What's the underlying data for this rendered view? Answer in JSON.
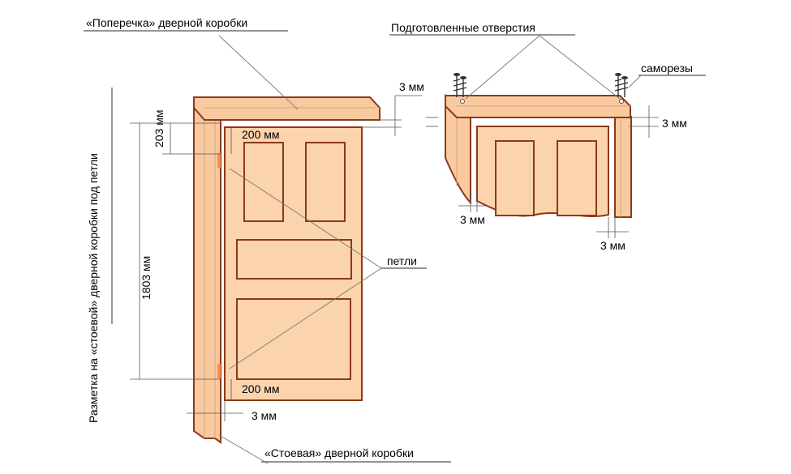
{
  "labels": {
    "crossbar": "«Поперечка» дверной коробки",
    "holes": "Подготовленные отверстия",
    "screws": "саморезы",
    "hinges": "петли",
    "post": "«Стоевая» дверной коробки",
    "vertical_caption": "Разметка на «стоевой» дверной коробки под петли",
    "dim_203": "203 мм",
    "dim_1803": "1803 мм",
    "dim_200_top": "200 мм",
    "dim_200_bottom": "200 мм",
    "dim_3_left_gap": "3 мм",
    "dim_3_top_gap": "3 мм",
    "dim_3_right_top": "3 мм",
    "dim_3_right_bottom_left": "3 мм",
    "dim_3_right_bottom_right": "3 мм"
  }
}
